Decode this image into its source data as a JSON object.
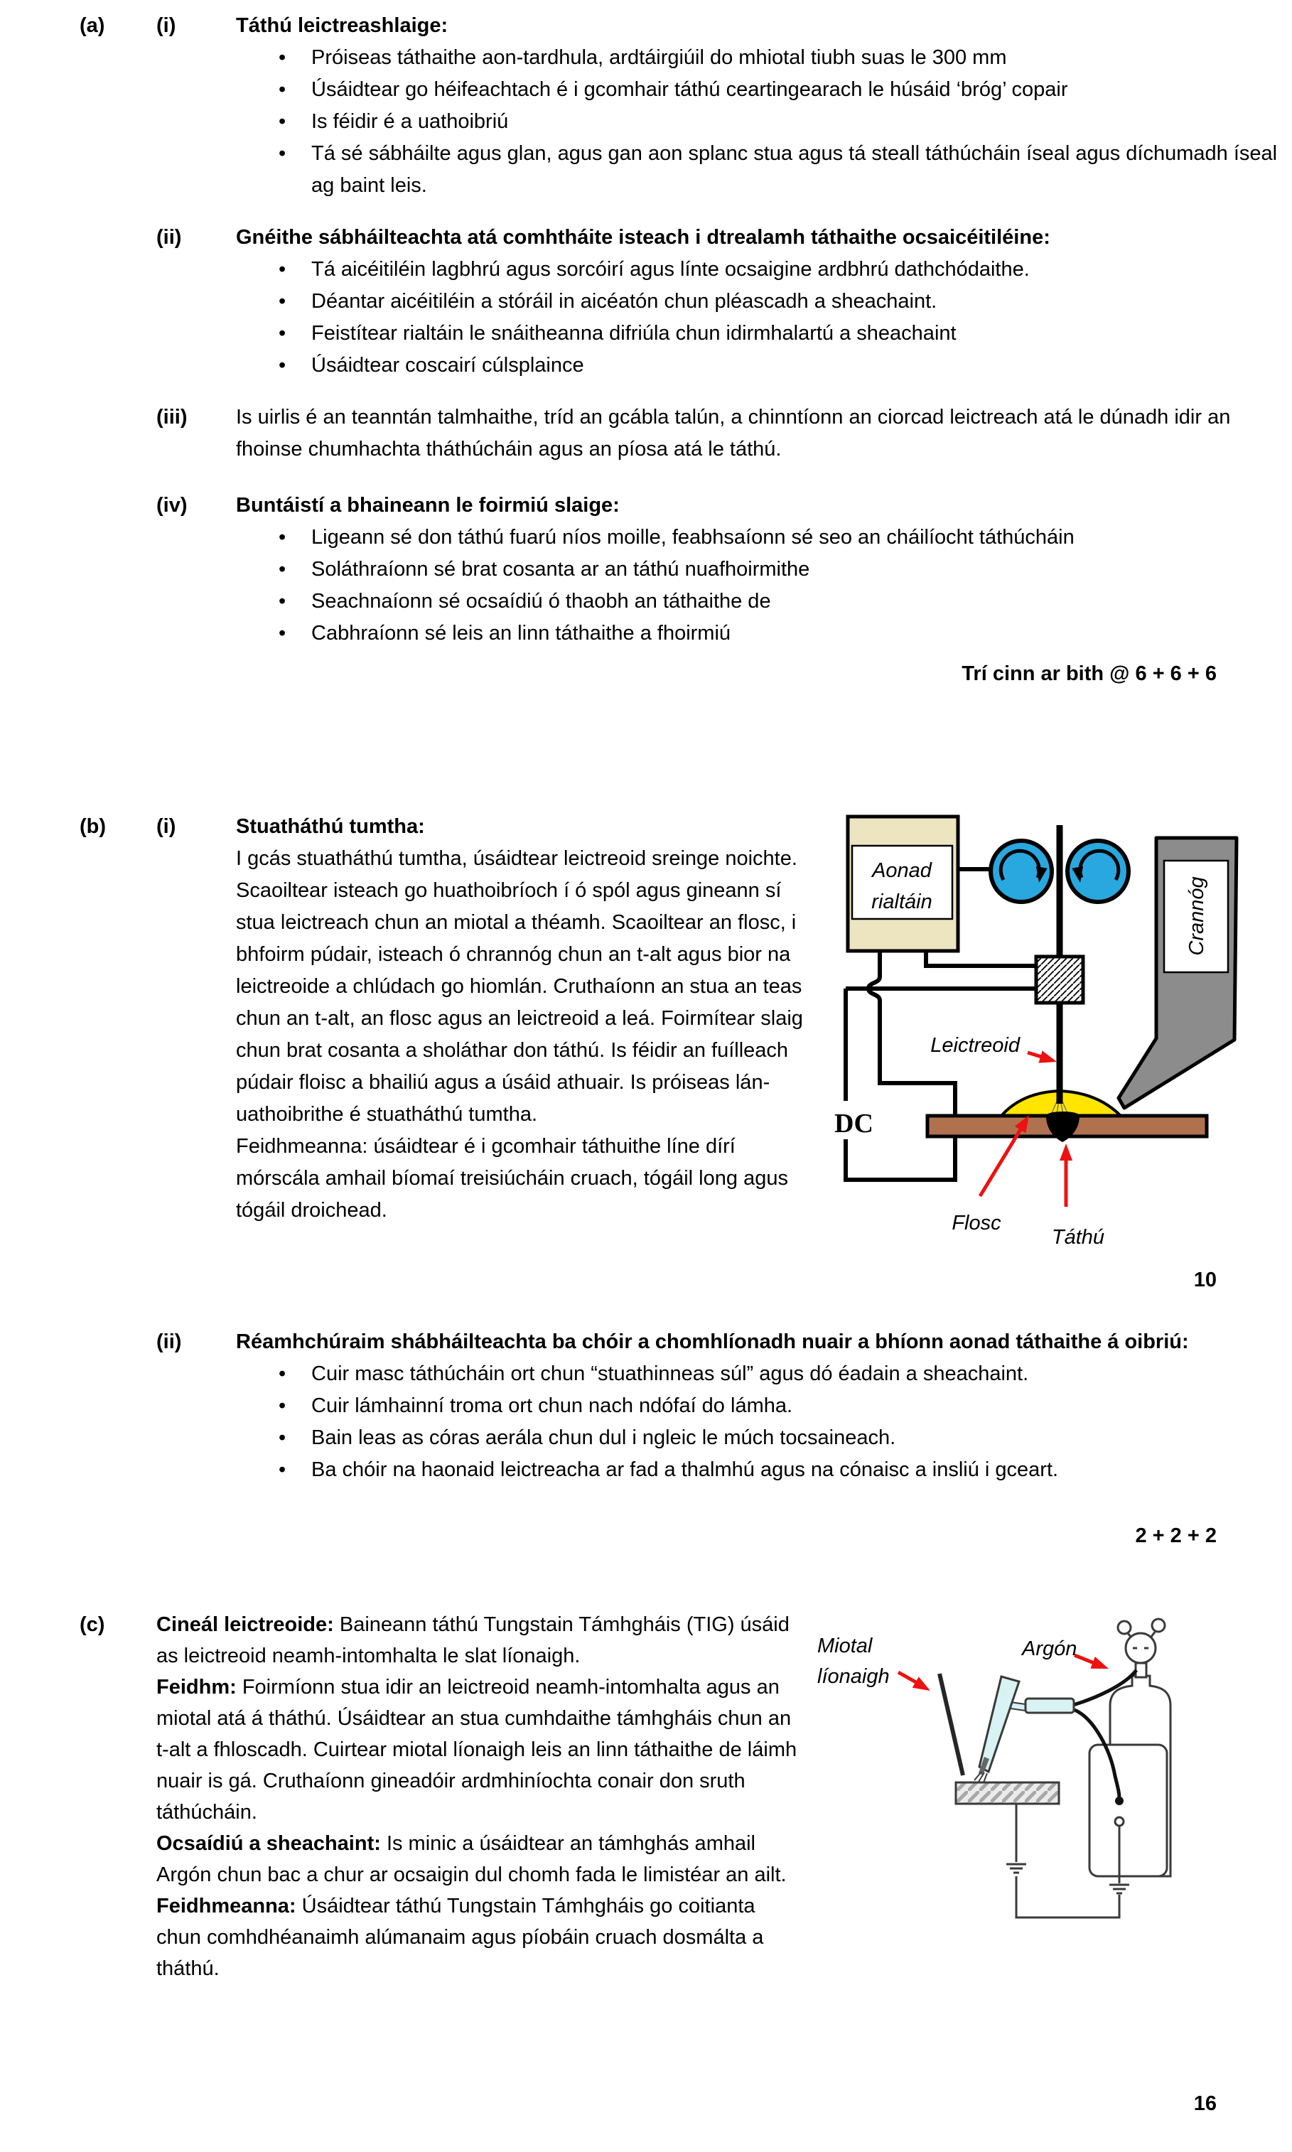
{
  "colors": {
    "flux_yellow": "#FFE500",
    "workpiece_brown": "#B0714F",
    "roller_blue": "#29A8DF",
    "control_unit_beige": "#EDE4C0",
    "hopper_grey": "#8C8C8C",
    "arrow_red": "#ED1111",
    "torch_cyan": "#D9F2F3",
    "text_black": "#000000"
  },
  "a": {
    "label": "(a)",
    "i": {
      "label": "(i)",
      "heading": "Táthú leictreashlaige:",
      "bullets": [
        "Próiseas táthaithe aon-tardhula, ardtáirgiúil do mhiotal tiubh suas le 300 mm",
        "Úsáidtear go héifeachtach é i gcomhair táthú ceartingearach le húsáid ‘bróg’ copair",
        "Is féidir é a uathoibriú",
        "Tá sé sábháilte agus glan, agus gan aon splanc stua agus tá steall táthúcháin íseal agus díchumadh íseal ag baint leis."
      ]
    },
    "ii": {
      "label": "(ii)",
      "heading": "Gnéithe sábháilteachta atá comhtháite isteach i dtrealamh táthaithe ocsaicéitiléine:",
      "bullets": [
        "Tá aicéitiléin lagbhrú agus sorcóirí agus línte ocsaigine ardbhrú dathchódaithe.",
        "Déantar aicéitiléin a stóráil in aicéatón chun pléascadh a sheachaint.",
        "Feistítear rialtáin le snáitheanna difriúla chun idirmhalartú a sheachaint",
        "Úsáidtear coscairí cúlsplaince"
      ]
    },
    "iii": {
      "label": "(iii)",
      "text": "Is uirlis é an teanntán talmhaithe, tríd an gcábla talún, a chinntíonn an ciorcad leictreach atá le dúnadh idir an fhoinse chumhachta tháthúcháin agus an píosa atá le táthú."
    },
    "iv": {
      "label": "(iv)",
      "heading": "Buntáistí a bhaineann le foirmiú slaige:",
      "bullets": [
        "Ligeann sé don táthú fuarú níos moille, feabhsaíonn sé seo an cháilíocht táthúcháin",
        "Soláthraíonn sé brat cosanta ar an táthú nuafhoirmithe",
        "Seachnaíonn sé ocsaídiú ó thaobh an táthaithe de",
        "Cabhraíonn sé leis an linn táthaithe a fhoirmiú"
      ]
    },
    "marks": "Trí cinn ar bith @ 6 + 6 + 6"
  },
  "b": {
    "label": "(b)",
    "i": {
      "label": "(i)",
      "heading": "Stuatháthú tumtha:",
      "body": "I gcás stuatháthú tumtha, úsáidtear leictreoid sreinge noichte. Scaoiltear isteach go huathoibríoch í ó spól agus gineann sí stua leictreach chun an miotal a théamh. Scaoiltear an flosc, i bhfoirm púdair, isteach ó chrannóg chun an t-alt agus bior na leictreoide a chlúdach go hiomlán. Cruthaíonn an stua an teas chun an t-alt, an flosc agus an leictreoid a leá. Foirmítear slaig chun brat cosanta a sholáthar don táthú. Is féidir an fuílleach púdair floisc a bhailiú agus a úsáid athuair. Is próiseas lán-uathoibrithe é stuatháthú tumtha.",
      "body2": "Feidhmeanna: úsáidtear é i gcomhair táthuithe líne dírí mórscála amhail bíomaí treisiúcháin cruach, tógáil long agus tógáil droichead.",
      "marks": "10"
    },
    "diagram": {
      "control_unit": [
        "Aonad",
        "rialtáin"
      ],
      "hopper": "Crannóg",
      "electrode": "Leictreoid",
      "dc": "DC",
      "flux": "Flosc",
      "weld": "Táthú"
    },
    "ii": {
      "label": "(ii)",
      "heading": "Réamhchúraim shábháilteachta ba chóir a chomhlíonadh nuair a bhíonn aonad táthaithe á oibriú:",
      "bullets": [
        "Cuir masc táthúcháin ort chun “stuathinneas súl” agus dó éadain a sheachaint.",
        "Cuir lámhainní troma ort chun nach ndófaí do lámha.",
        "Bain leas as córas aerála chun dul i ngleic le múch tocsaineach.",
        "Ba chóir na haonaid leictreacha ar fad a thalmhú agus na cónaisc a insliú i gceart."
      ],
      "marks": "2 + 2 + 2"
    }
  },
  "c": {
    "label": "(c)",
    "paras": [
      {
        "lead": "Cineál leictreoide:",
        "text": " Baineann táthú Tungstain Támhgháis (TIG) úsáid as leictreoid neamh-intomhalta le slat líonaigh."
      },
      {
        "lead": "Feidhm:",
        "text": " Foirmíonn stua idir an leictreoid neamh-intomhalta agus an miotal atá á tháthú. Úsáidtear an stua cumhdaithe támhgháis chun an t-alt a fhloscadh. Cuirtear miotal líonaigh leis an linn táthaithe de láimh nuair is gá. Cruthaíonn gineadóir ardmhiníochta conair don sruth táthúcháin."
      },
      {
        "lead": "Ocsaídiú a sheachaint:",
        "text": " Is minic a úsáidtear an támhghás amhail Argón chun bac a chur ar ocsaigin dul chomh fada le limistéar an ailt."
      },
      {
        "lead": "Feidhmeanna:",
        "text": " Úsáidtear táthú Tungstain Támhgháis go coitianta chun comhdhéanaimh alúmanaim agus píobáin cruach dosmálta a tháthú."
      }
    ],
    "diagram": {
      "filler_metal": [
        "Miotal",
        "líonaigh"
      ],
      "argon": "Argón"
    },
    "marks": "16"
  }
}
